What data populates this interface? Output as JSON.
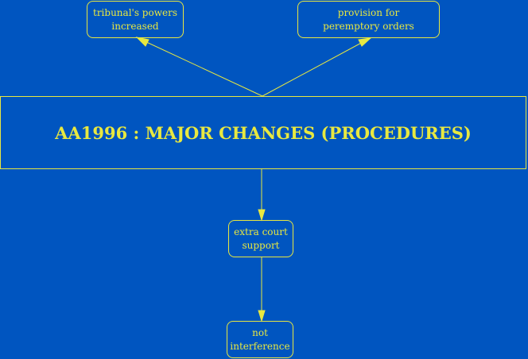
{
  "title": "AA1996 : MAJOR CHANGES (PROCEDURES)",
  "nodes": {
    "tribunal_powers": [
      "tribunal's powers",
      "increased"
    ],
    "peremptory_orders": [
      "provision for",
      "peremptory orders"
    ],
    "court_support": [
      "extra court",
      "support"
    ],
    "interference": [
      "not",
      "interference"
    ]
  },
  "colors": {
    "background": "#0055c0",
    "foreground": "#e8e840"
  }
}
